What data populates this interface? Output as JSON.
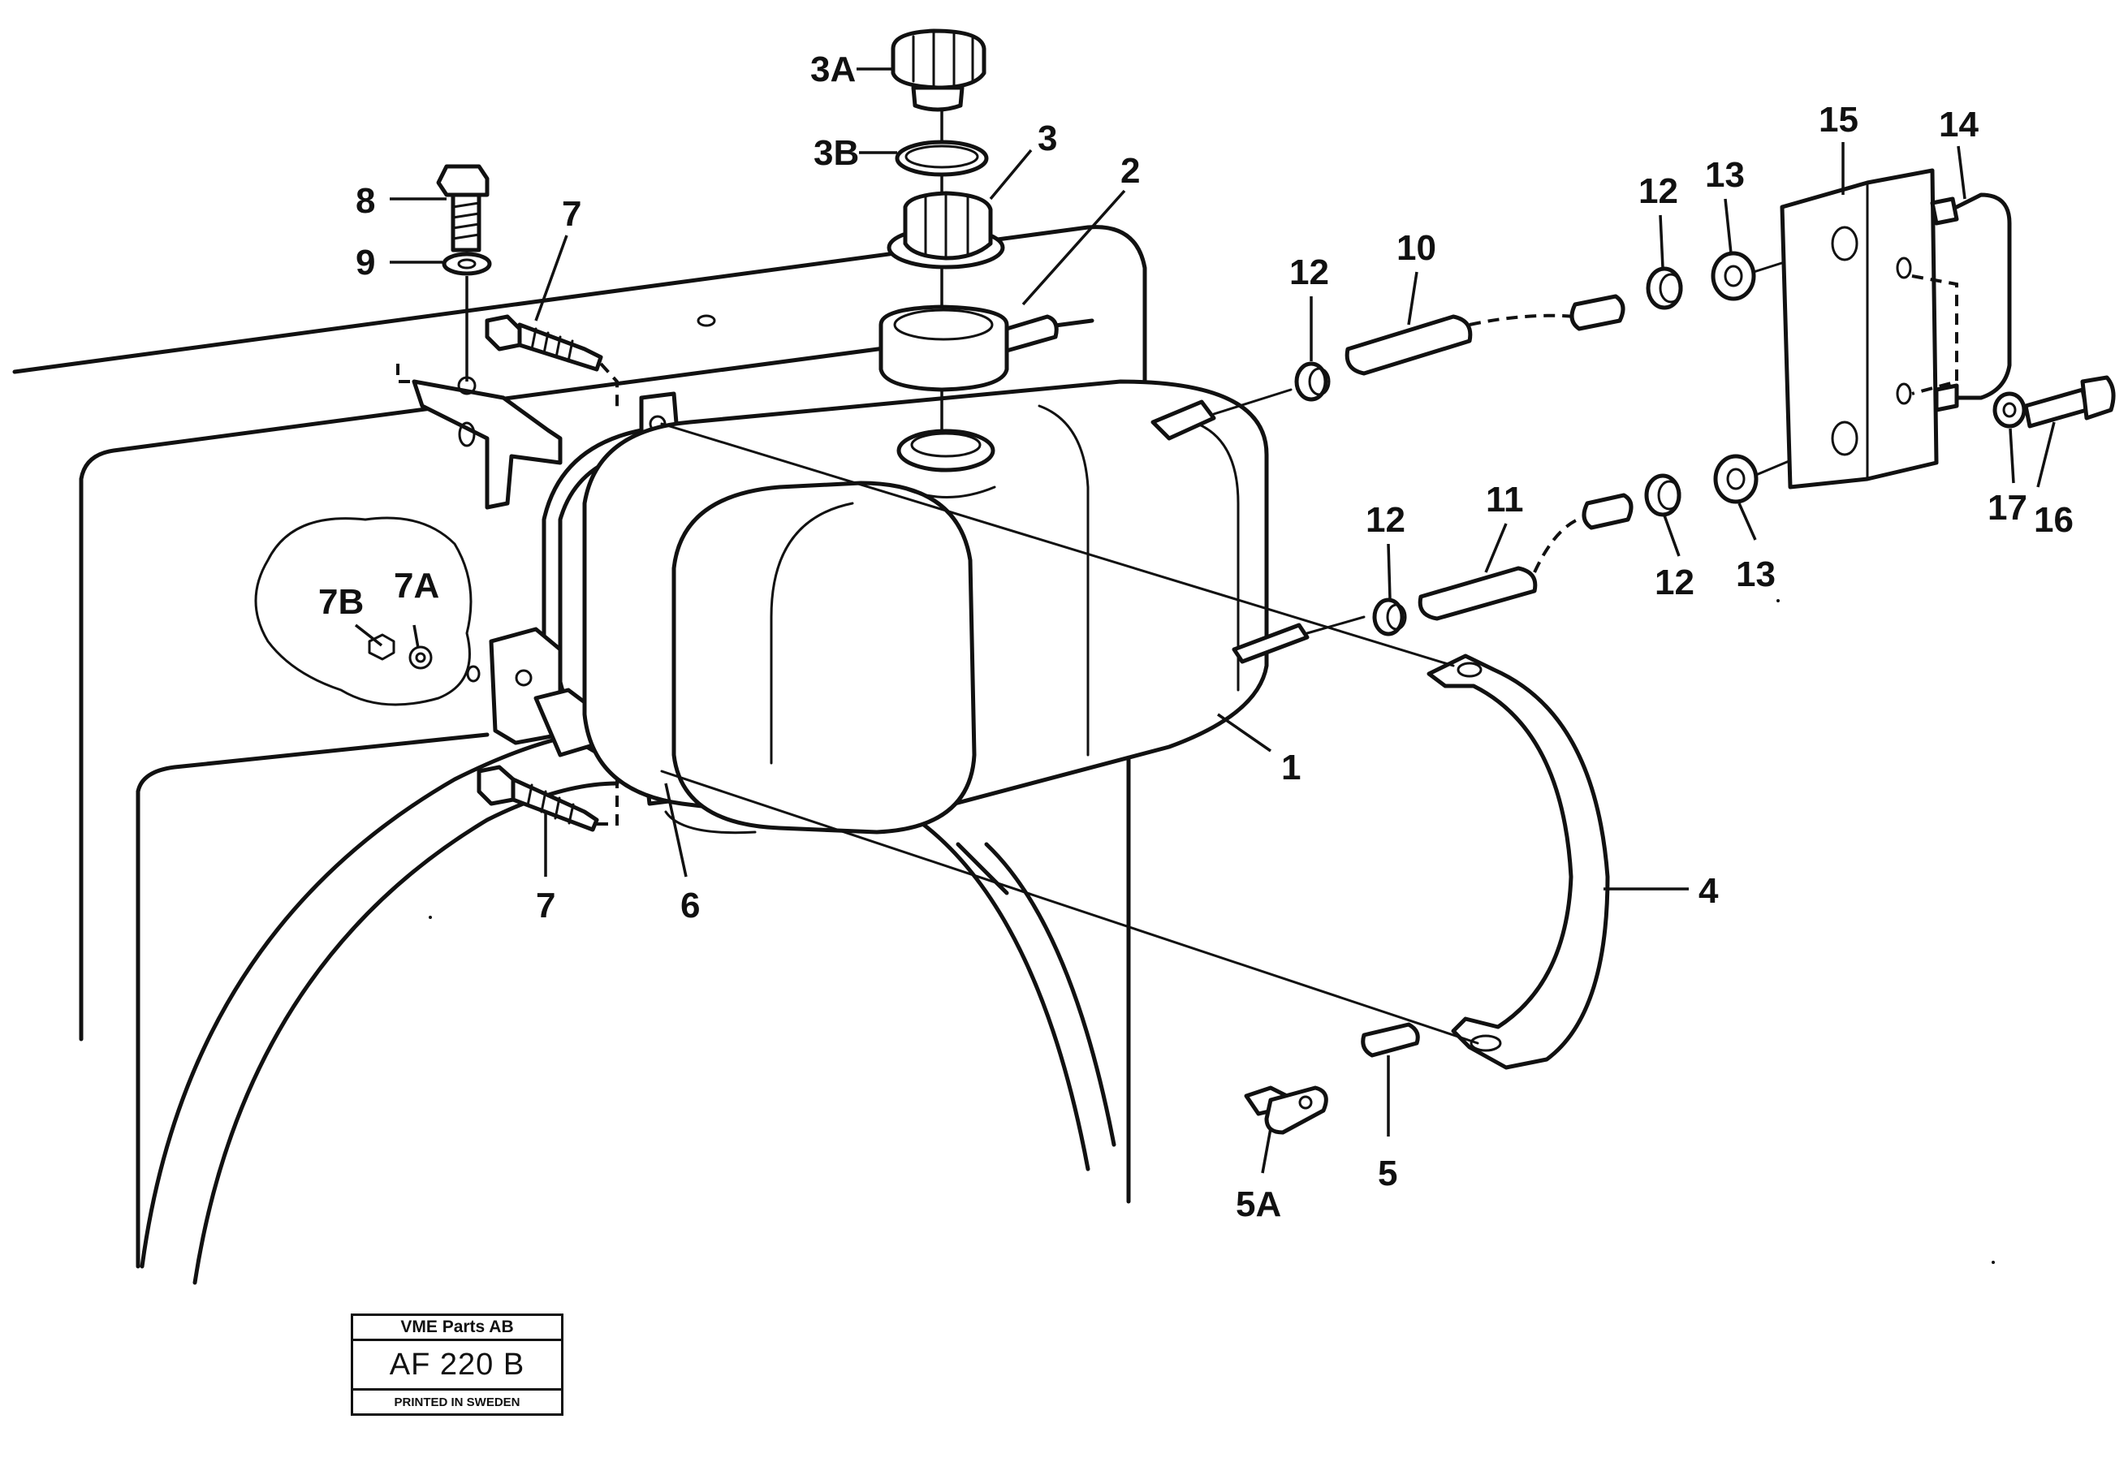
{
  "callouts": {
    "c1": "1",
    "c2": "2",
    "c3": "3",
    "c3a": "3A",
    "c3b": "3B",
    "c4": "4",
    "c5": "5",
    "c5a": "5A",
    "c6": "6",
    "c7_top": "7",
    "c7_bottom": "7",
    "c7a": "7A",
    "c7b": "7B",
    "c8": "8",
    "c9": "9",
    "c10": "10",
    "c11": "11",
    "c12_a": "12",
    "c12_b": "12",
    "c12_c": "12",
    "c12_d": "12",
    "c13_top": "13",
    "c13_bottom": "13",
    "c14": "14",
    "c15": "15",
    "c16": "16",
    "c17": "17"
  },
  "stamp": {
    "company": "VME Parts AB",
    "code": "AF 220 B",
    "printed": "PRINTED IN SWEDEN"
  }
}
